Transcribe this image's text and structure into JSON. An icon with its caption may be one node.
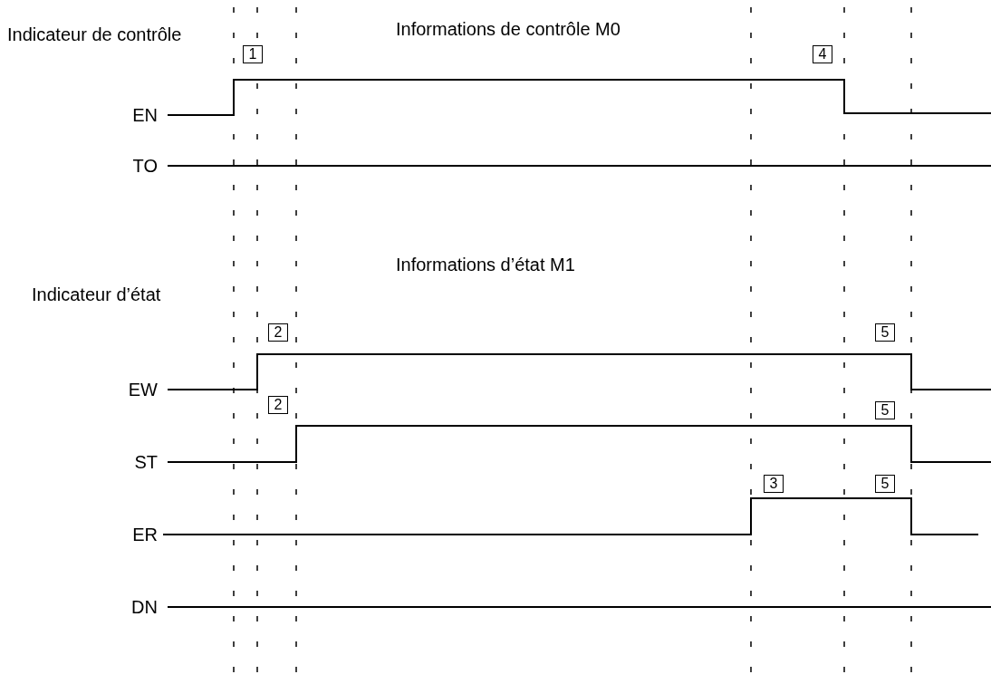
{
  "diagram": {
    "labels": [
      "Indicateur de contrôle",
      "Informations de contrôle M0",
      "1",
      "4",
      "EN",
      "TO",
      "Informations d’état M1",
      "Indicateur d’état",
      "2",
      "5",
      "EW",
      "2",
      "5",
      "ST",
      "3",
      "5",
      "ER",
      "DN"
    ]
  }
}
